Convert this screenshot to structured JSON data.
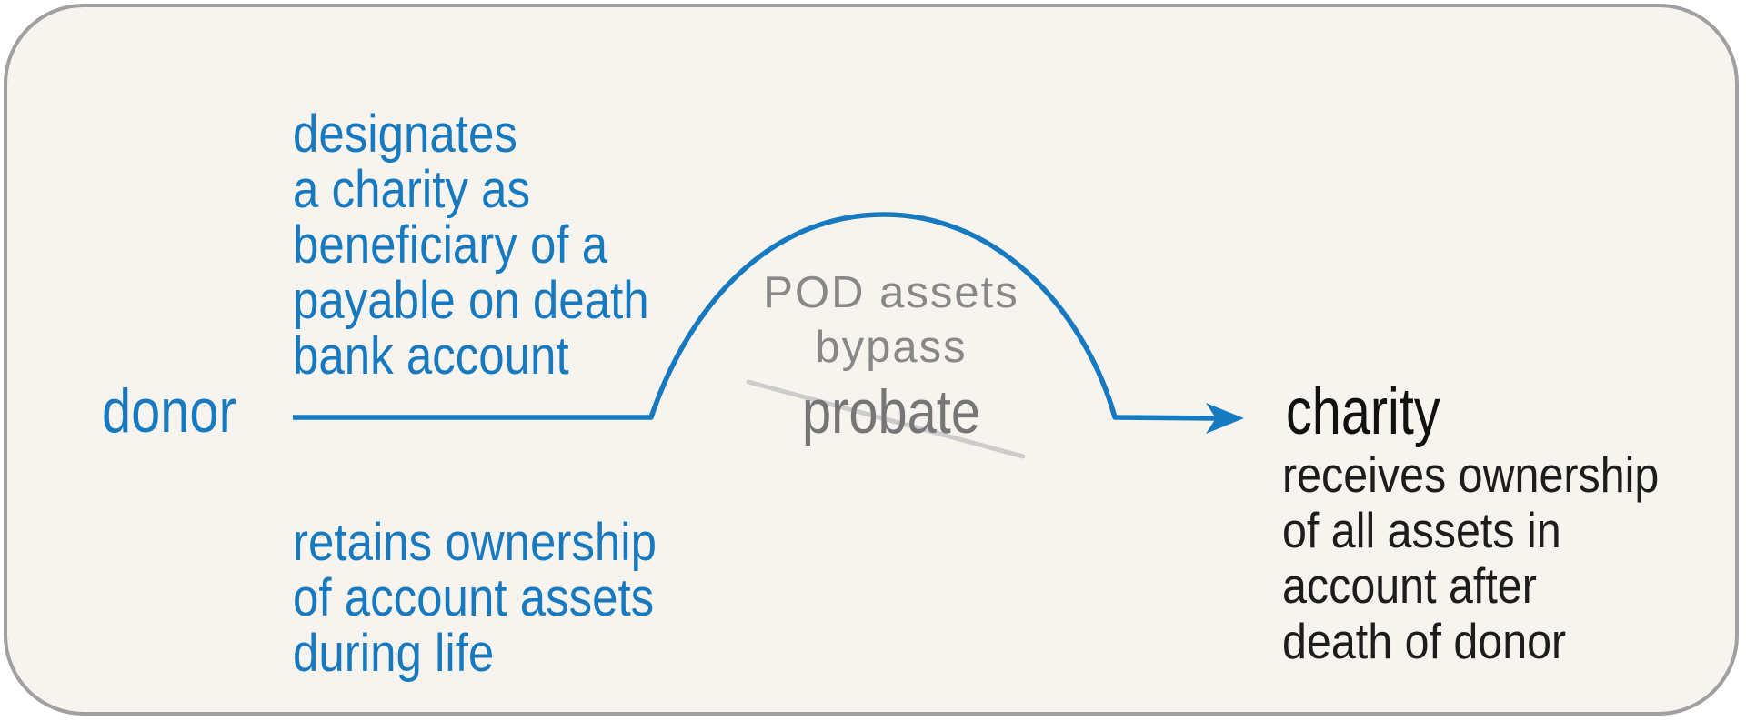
{
  "colors": {
    "card_bg": "#f7f3ee",
    "card_border": "#a0a0a0",
    "accent_blue": "#1779bf",
    "note_gray": "#888888",
    "probate_gray": "#767676",
    "strike_gray": "#cccccc",
    "text_black": "#1d1d1d",
    "label_black": "#111111"
  },
  "nodes": {
    "donor": {
      "label": "donor",
      "top_note": "designates\na charity as\nbeneficiary of a\npayable on death\nbank account",
      "bottom_note": "retains ownership\nof account assets\nduring life"
    },
    "charity": {
      "label": "charity",
      "note": "receives ownership\nof all assets in\naccount after\ndeath of donor"
    }
  },
  "arc": {
    "line1": "POD assets",
    "line2": "bypass",
    "line3": "probate"
  }
}
